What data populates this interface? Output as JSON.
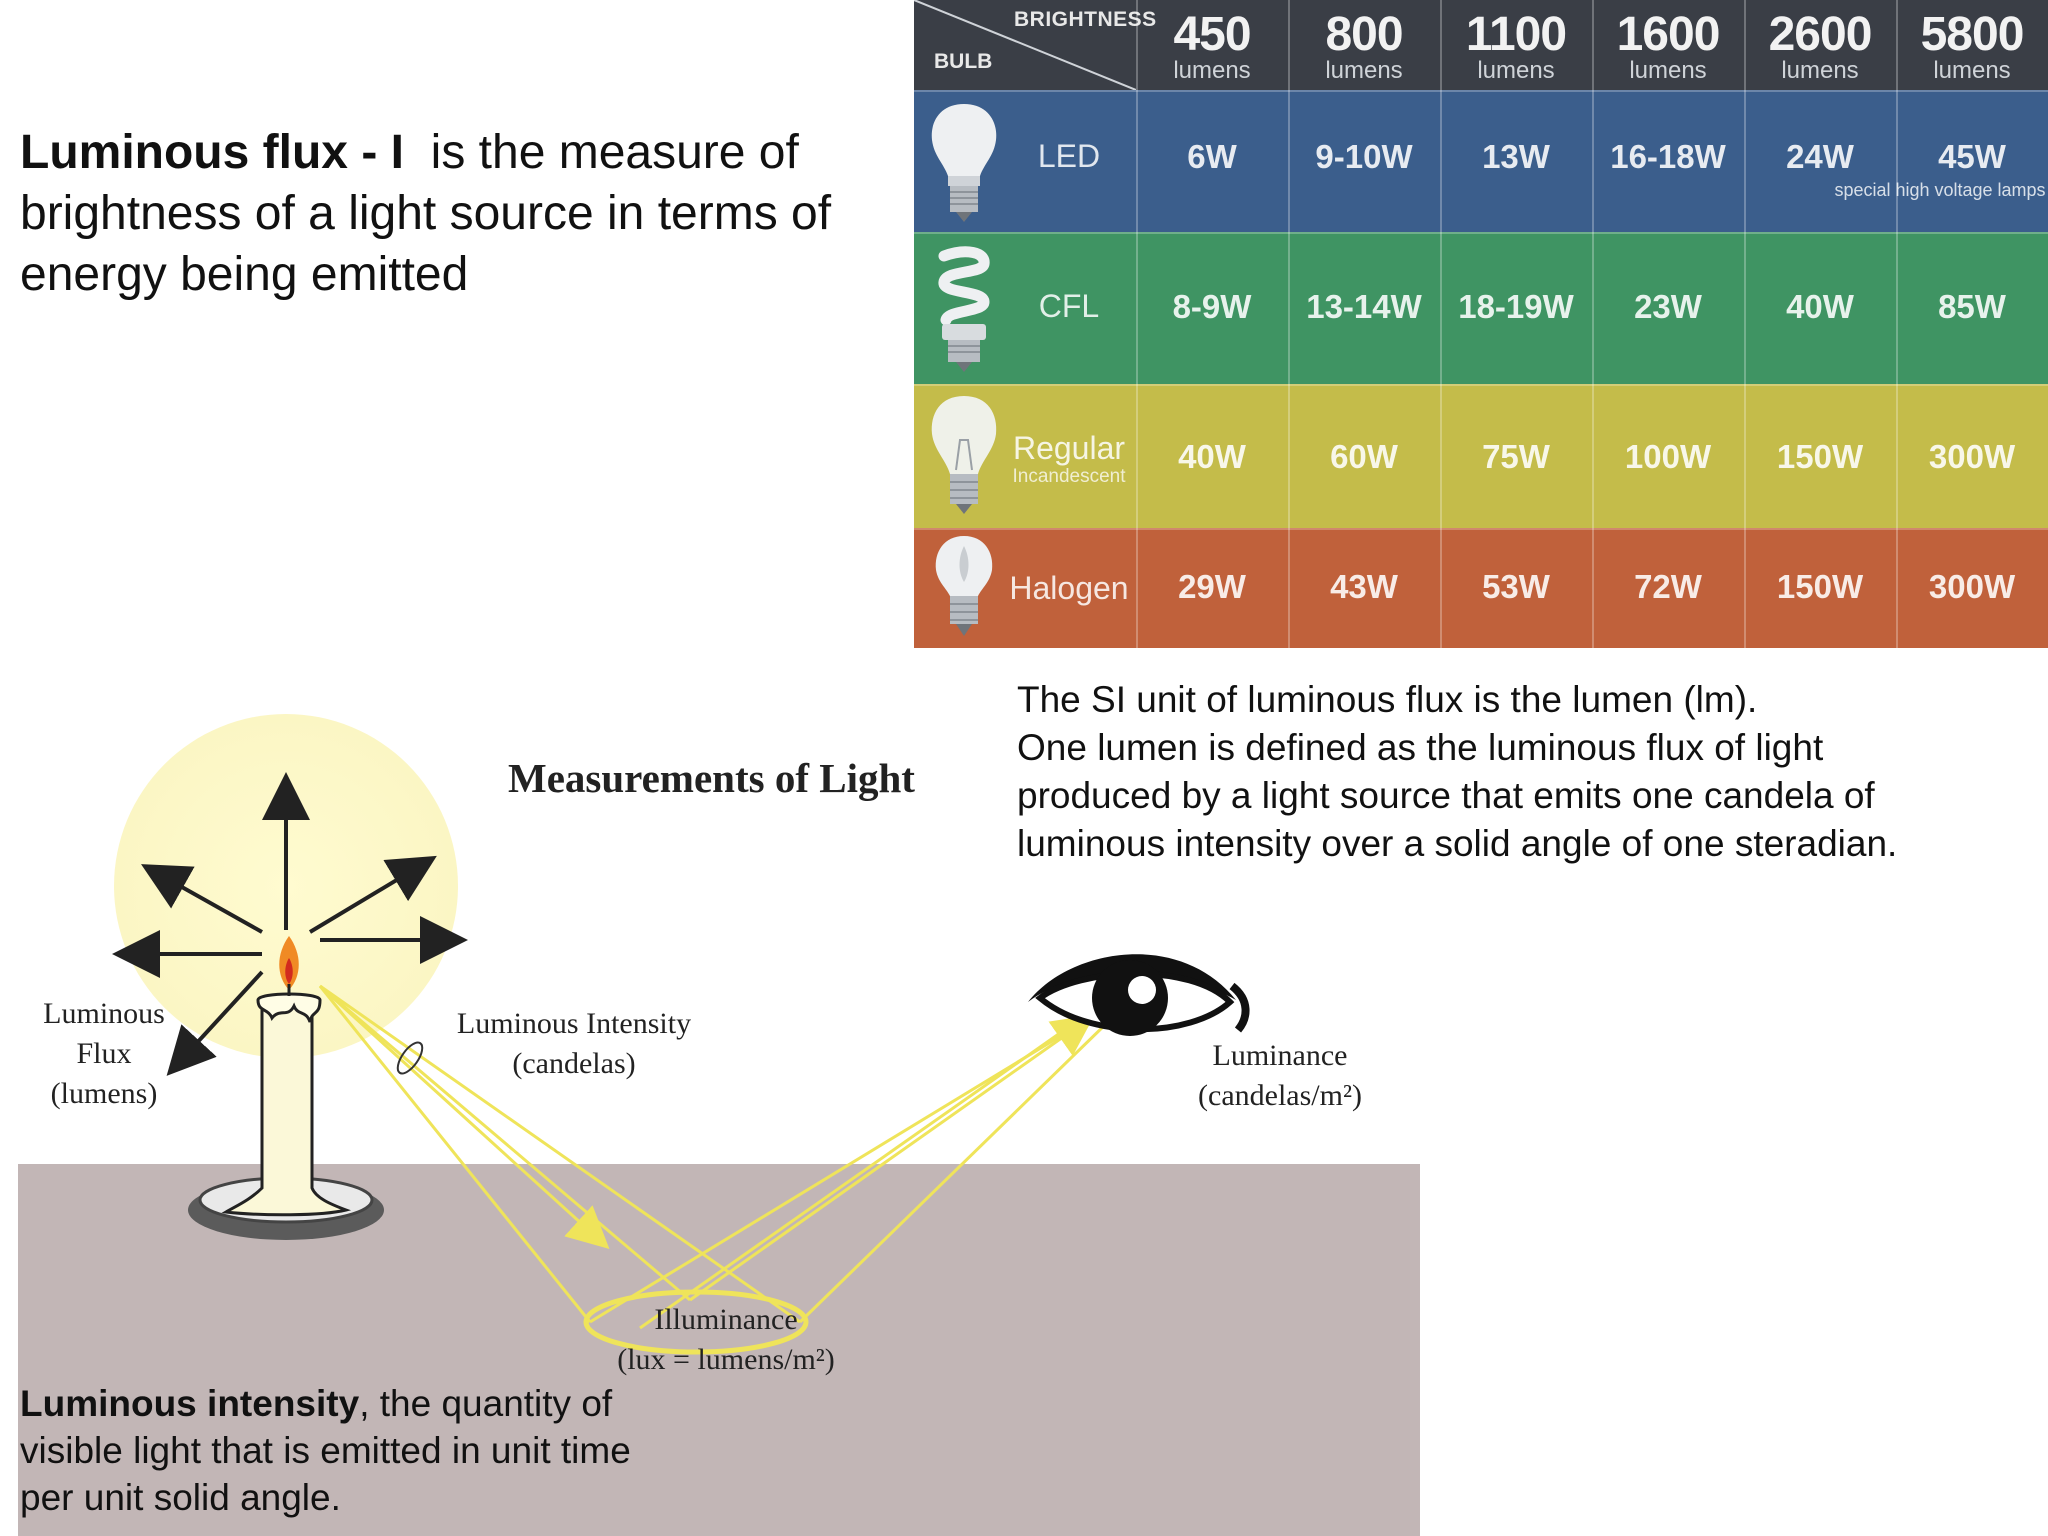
{
  "intro": {
    "term": "Luminous flux - I",
    "rest": "is the measure of brightness of a light source in terms of energy being emitted"
  },
  "table": {
    "corner_top": "BRIGHTNESS",
    "corner_bottom": "BULB",
    "columns": [
      {
        "value": "450",
        "unit": "lumens"
      },
      {
        "value": "800",
        "unit": "lumens"
      },
      {
        "value": "1100",
        "unit": "lumens"
      },
      {
        "value": "1600",
        "unit": "lumens"
      },
      {
        "value": "2600",
        "unit": "lumens"
      },
      {
        "value": "5800",
        "unit": "lumens"
      }
    ],
    "rows": [
      {
        "type": "LED",
        "sub": "",
        "color": "#3b5e8c",
        "cells": [
          "6W",
          "9-10W",
          "13W",
          "16-18W",
          "24W",
          "45W"
        ],
        "note": "special high voltage lamps",
        "icon": "led-bulb-icon"
      },
      {
        "type": "CFL",
        "sub": "",
        "color": "#3f9463",
        "cells": [
          "8-9W",
          "13-14W",
          "18-19W",
          "23W",
          "40W",
          "85W"
        ],
        "icon": "cfl-bulb-icon"
      },
      {
        "type": "Regular",
        "sub": "Incandescent",
        "color": "#c4bc4a",
        "cells": [
          "40W",
          "60W",
          "75W",
          "100W",
          "150W",
          "300W"
        ],
        "icon": "incandescent-bulb-icon"
      },
      {
        "type": "Halogen",
        "sub": "",
        "color": "#c0613b",
        "cells": [
          "29W",
          "43W",
          "53W",
          "72W",
          "150W",
          "300W"
        ],
        "icon": "halogen-bulb-icon"
      }
    ]
  },
  "si_text": [
    "The SI unit of luminous flux is the lumen (lm).",
    "One lumen is defined as the luminous flux of light",
    "produced by a light source that emits one candela  of",
    "luminous  intensity over a solid angle of one steradian."
  ],
  "diagram": {
    "title": "Measurements of Light",
    "flux_label": [
      "Luminous",
      "Flux",
      "(lumens)"
    ],
    "intensity_label": [
      "Luminous Intensity",
      "(candelas)"
    ],
    "luminance_label": [
      "Luminance",
      "(candelas/m²)"
    ],
    "illuminance_label": [
      "Illuminance",
      "(lux = lumens/m²)"
    ]
  },
  "bottom": {
    "term": "Luminous intensity",
    "rest": ", the quantity of visible light that is emitted in unit time per unit solid angle."
  }
}
